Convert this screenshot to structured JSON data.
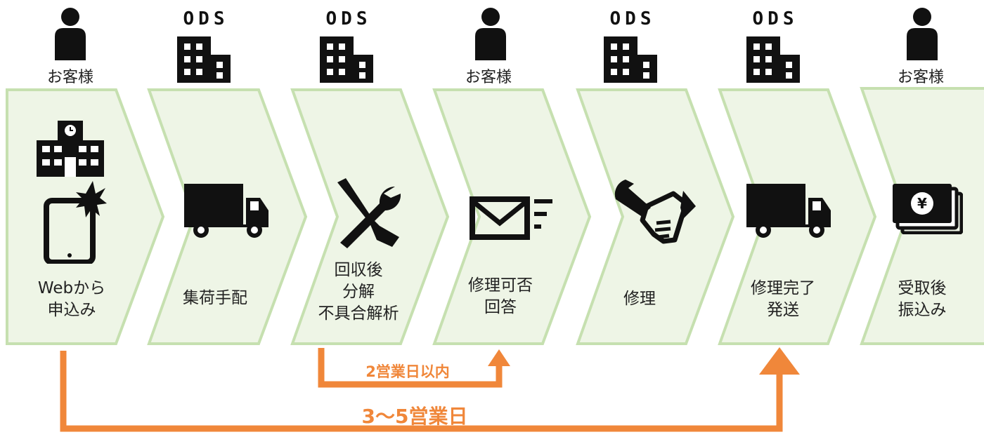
{
  "actors": {
    "customer": "お客様",
    "company": "ODS"
  },
  "steps": [
    {
      "actor": "customer",
      "label": "Webから\n申込み",
      "icon": "school-and-tablet-icon"
    },
    {
      "actor": "company",
      "label": "集荷手配",
      "icon": "truck-icon"
    },
    {
      "actor": "company",
      "label": "回収後\n分解\n不具合解析",
      "icon": "tools-icon"
    },
    {
      "actor": "customer",
      "label": "修理可否\n回答",
      "icon": "mail-icon"
    },
    {
      "actor": "company",
      "label": "修理",
      "icon": "wrench-hand-icon"
    },
    {
      "actor": "company",
      "label": "修理完了\n発送",
      "icon": "truck-icon"
    },
    {
      "actor": "customer",
      "label": "受取後\n振込み",
      "icon": "yen-bills-icon"
    }
  ],
  "durations": {
    "short": "2営業日以内",
    "long": "3〜5営業日"
  },
  "colors": {
    "chevron_fill": "#eef5e6",
    "chevron_stroke": "#c6e0b0",
    "arrow": "#f0873a",
    "icon": "#111111"
  }
}
